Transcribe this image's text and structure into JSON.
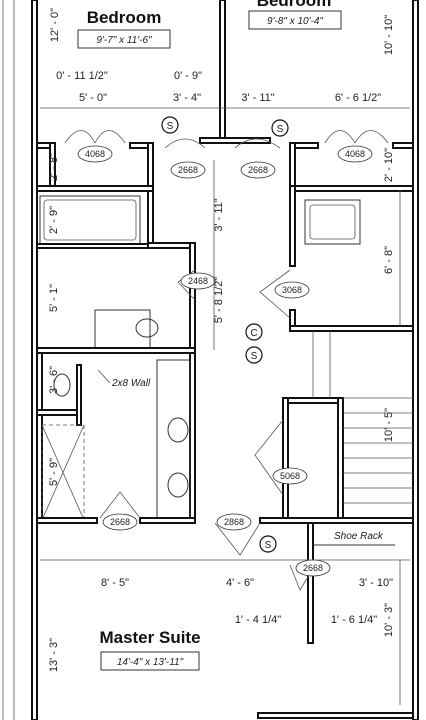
{
  "rooms": {
    "bedroom_left": {
      "name": "Bedroom",
      "size": "9'-7\" x 11'-6\""
    },
    "bedroom_right": {
      "name": "Bedroom",
      "size": "9'-8\" x 10'-4\""
    },
    "master": {
      "name": "Master Suite",
      "size": "14'-4\" x 13'-11\""
    }
  },
  "labels": {
    "wall_note": "2x8 Wall",
    "shoe_rack": "Shoe Rack"
  },
  "doors": {
    "closet_left": "4068",
    "closet_right": "4068",
    "bed_left_door": "2668",
    "bed_right_door": "2668",
    "bath_door": "2468",
    "linen": "3068",
    "stair_closet": "5068",
    "ensuite_door": "2668",
    "master_door": "2868",
    "master_closet": "2668"
  },
  "symbols": {
    "s1": "S",
    "s2": "S",
    "s3": "S",
    "s4": "S",
    "c": "C"
  },
  "dimensions": {
    "d_12_0": "12' - 0\"",
    "d_10_10": "10' - 10\"",
    "d_0_11_5": "0' - 11 1/2\"",
    "d_0_9": "0' - 9\"",
    "d_5_0": "5' - 0\"",
    "d_3_4": "3' - 4\"",
    "d_3_11_top": "3' - 11\"",
    "d_6_6_5": "6' - 6 1/2\"",
    "d_2_8": "2' - 8\"",
    "d_2_10": "2' - 10\"",
    "d_2_9": "2' - 9\"",
    "d_3_11_v": "3' - 11\"",
    "d_6_8": "6' - 8\"",
    "d_5_1": "5' - 1\"",
    "d_5_8_5": "5' - 8 1/2\"",
    "d_3_6": "3' - 6\"",
    "d_10_5": "10' - 5\"",
    "d_5_9": "5' - 9\"",
    "d_8_5": "8' - 5\"",
    "d_4_6": "4' - 6\"",
    "d_3_10": "3' - 10\"",
    "d_1_4": "1' - 4 1/4\"",
    "d_1_6": "1' - 6 1/4\"",
    "d_13_3": "13' - 3\"",
    "d_10_3": "10' - 3\""
  }
}
